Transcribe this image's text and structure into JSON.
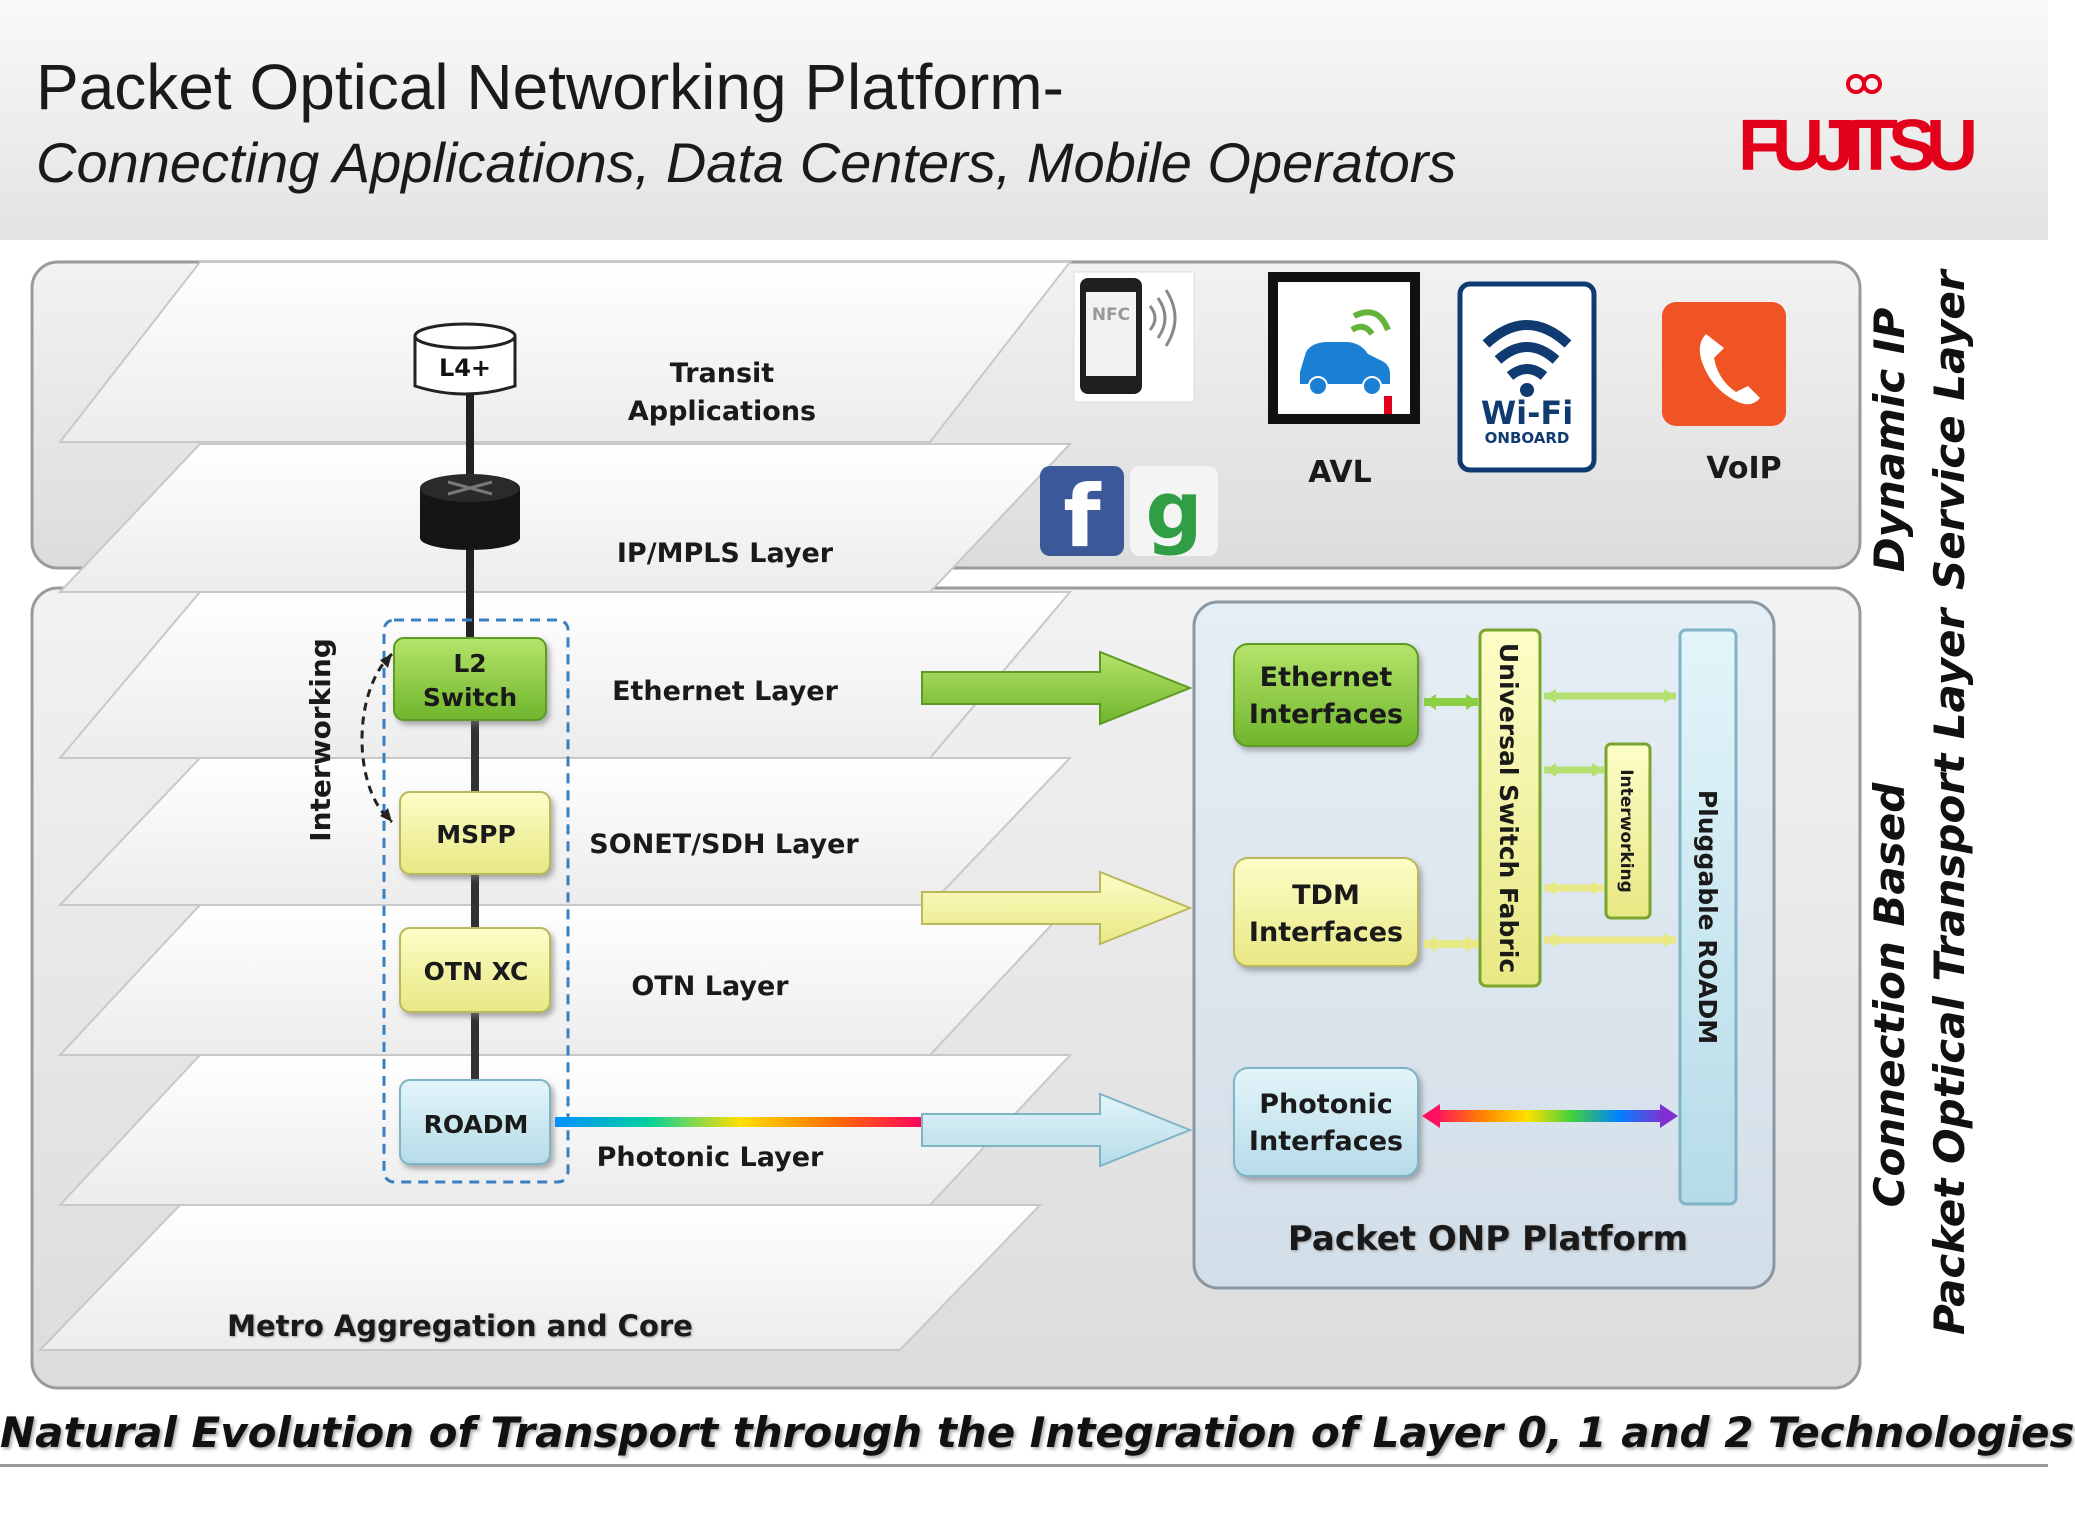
{
  "header": {
    "title": "Packet Optical Networking Platform-",
    "subtitle": "Connecting Applications, Data Centers, Mobile Operators",
    "logo_text": "FUJITSU"
  },
  "side_labels": {
    "top_line1": "Dynamic IP",
    "top_line2": "Service Layer",
    "bottom_line1": "Connection Based",
    "bottom_line2": "Packet Optical Transport Layer"
  },
  "layers": {
    "transit_line1": "Transit",
    "transit_line2": "Applications",
    "ipmpls": "IP/MPLS Layer",
    "ethernet": "Ethernet Layer",
    "sonet": "SONET/SDH Layer",
    "otn": "OTN Layer",
    "photonic": "Photonic Layer",
    "metro": "Metro Aggregation and Core"
  },
  "nodes": {
    "l4": "L4+",
    "l2_line1": "L2",
    "l2_line2": "Switch",
    "mspp": "MSPP",
    "otnxc": "OTN XC",
    "roadm": "ROADM",
    "interworking": "Interworking"
  },
  "apps": {
    "nfc": "NFC",
    "avl": "AVL",
    "wifi_line1": "Wi-Fi",
    "wifi_line2": "ONBOARD",
    "voip": "VoIP",
    "facebook": "f",
    "google": "g"
  },
  "platform": {
    "title": "Packet ONP Platform",
    "eth_line1": "Ethernet",
    "eth_line2": "Interfaces",
    "tdm_line1": "TDM",
    "tdm_line2": "Interfaces",
    "phot_line1": "Photonic",
    "phot_line2": "Interfaces",
    "fabric": "Universal Switch Fabric",
    "interworking": "Interworking",
    "roadm": "Pluggable ROADM"
  },
  "footer": "Natural Evolution of Transport through the Integration of Layer 0, 1 and 2 Technologies",
  "colors": {
    "green": "#8ccf45",
    "yellow": "#f4f4a0",
    "blue": "#c8e8f2",
    "logo_red": "#e2001a"
  }
}
